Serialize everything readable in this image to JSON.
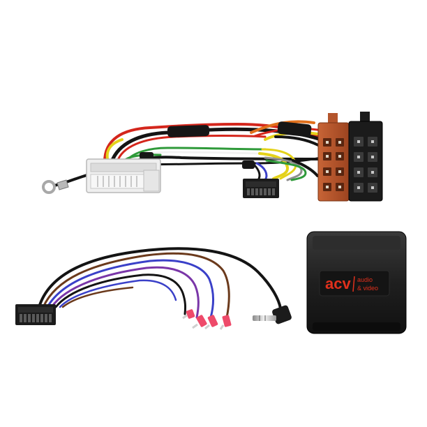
{
  "photo": {
    "background": "#ffffff",
    "wire_colors": {
      "red": "#d4261c",
      "orange": "#e0701c",
      "yellow": "#e4d21a",
      "green": "#2f9a3a",
      "white": "#f2f2f2",
      "black": "#141414",
      "grey": "#8e8e8e",
      "brown": "#6b3a1c",
      "blue": "#3a40c8",
      "violet": "#7a36a8",
      "pink_sleeve": "#ee4a6a"
    },
    "connector_colors": {
      "iso_brown": "#b4552c",
      "iso_black": "#1b1b1b",
      "oem_white": "#efefef",
      "module_body": "#1e1e1e"
    },
    "module_logo": {
      "brand": "acv",
      "tagline_line1": "audio",
      "tagline_line2": "& video",
      "brand_color": "#e0301c"
    }
  }
}
